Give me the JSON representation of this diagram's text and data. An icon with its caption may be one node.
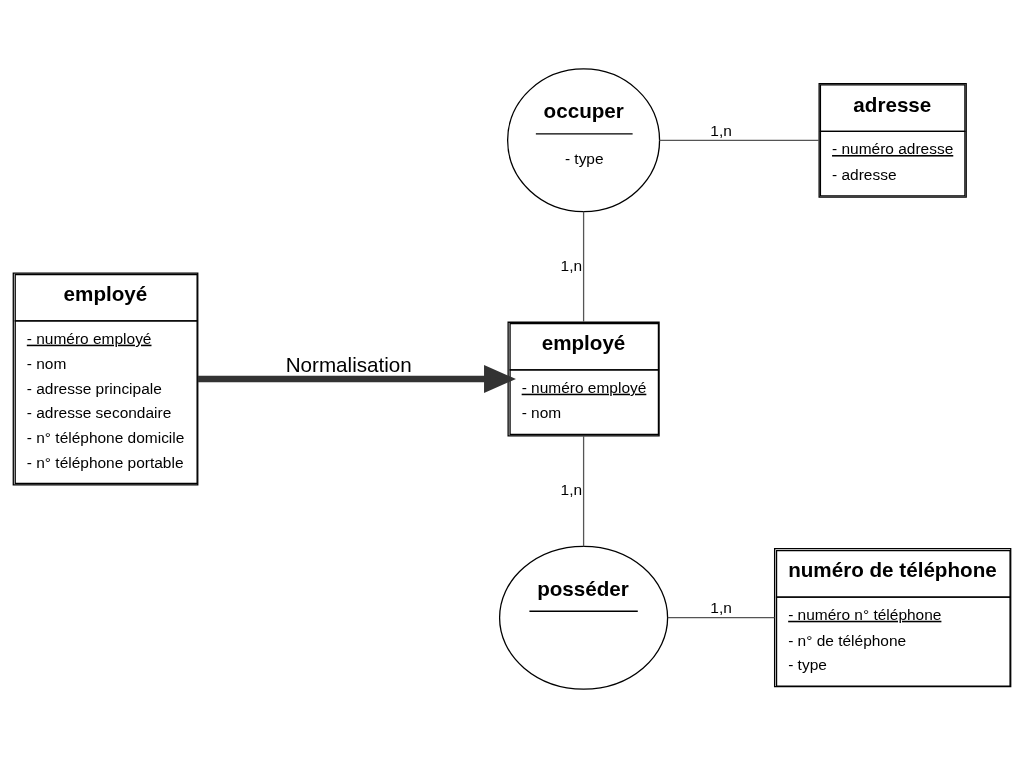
{
  "diagram": {
    "nodes": [
      {
        "text": [
          "employé",
          "- numéro employé",
          "- nom",
          "- adresse principale",
          "- adresse secondaire",
          "- n° téléphone domicile",
          "- n° téléphone portable"
        ]
      },
      {
        "text": [
          "occuper",
          "- type"
        ]
      },
      {
        "text": [
          "adresse",
          "- numéro adresse",
          "- adresse"
        ]
      },
      {
        "text": [
          "employé",
          "- numéro employé",
          "- nom"
        ]
      },
      {
        "text": [
          "posséder"
        ]
      },
      {
        "text": [
          "numéro de téléphone",
          "- numéro n° téléphone",
          "- n° de téléphone",
          "- type"
        ]
      }
    ],
    "edges": [
      {
        "from": 0,
        "to": 3,
        "arrow": "to",
        "label": "Normalisation",
        "style": "thick"
      },
      {
        "from": 1,
        "to": 2,
        "arrow": "none",
        "label": "1,n"
      },
      {
        "from": 1,
        "to": 3,
        "arrow": "none",
        "label": "1,n"
      },
      {
        "from": 3,
        "to": 4,
        "arrow": "none",
        "label": "1,n"
      },
      {
        "from": 4,
        "to": 5,
        "arrow": "none",
        "label": "1,n"
      }
    ]
  }
}
